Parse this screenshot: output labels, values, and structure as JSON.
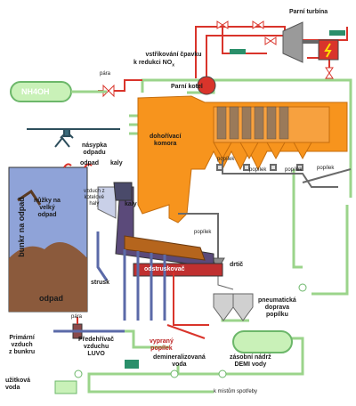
{
  "labels": {
    "parni_turbina": "Parní turbína",
    "vstrikovani": "vstřikování čpavku",
    "k_redukci": "k redukci NO",
    "nox_sub": "x",
    "para_top": "pára",
    "nh4oh": "NH4OH",
    "parni_kotel": "Parní kotel",
    "dohorivaci": "dohořívací\nkomora",
    "nasypka": "násypka\nodpadu",
    "odpad_top": "odpad",
    "kaly_top": "kaly",
    "bunkr": "bunkr na odpad",
    "nuzky": "nůžky na\nvelký\nodpad",
    "odpad_bunkr": "odpad",
    "vzduch_kotel": "vzduch z\nkotelové\nhaly",
    "kaly_mid": "kaly",
    "strusk": "strusk",
    "odstruskovac": "odstruskovač",
    "popilek_1": "popílek",
    "popilek_2": "popílek",
    "popilek_3": "popílek",
    "popilek_4": "popílek",
    "popilek_5": "popílek",
    "drtic": "drtič",
    "pneumaticka": "pneumatická\ndoprava\npopílku",
    "para_bottom": "pára",
    "primarni": "Primární\nvzduch\nz bunkru",
    "predehrivac": "Předehřívač\nvzduchu\nLUVO",
    "vypranny": "vypraný\npopílek",
    "demineralizovana": "demineralizovaná\nvoda",
    "zasobni": "zásobní nádrž\nDEMI vody",
    "uzitkova": "užitková\nvoda",
    "k_mistum": "k místům spotřeby"
  },
  "colors": {
    "orange": "#f7941d",
    "red_pipe": "#d9342b",
    "green_pipe": "#9bd48b",
    "blue_bunker": "#8fa3d8",
    "brown_waste": "#8b5a3c",
    "gray_pipe": "#8c8c8c"
  }
}
